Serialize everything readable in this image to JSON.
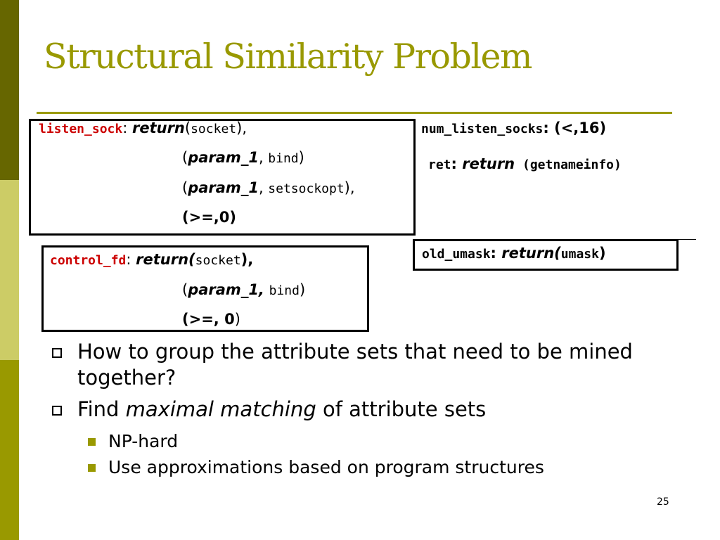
{
  "slide": {
    "title": "Structural Similarity Problem",
    "page_number": "25"
  },
  "box_listen": {
    "name": "listen_sock",
    "sep": ": ",
    "l1_kw": "return",
    "l1_open": "(",
    "l1_arg": "socket",
    "l1_close": "),",
    "l2_open": "(",
    "l2_kw": "param_1",
    "l2_comma": ", ",
    "l2_arg": "bind",
    "l2_close": ")",
    "l3_open": "(",
    "l3_kw": "param_1",
    "l3_comma": ", ",
    "l3_arg": "setsockopt",
    "l3_close": "),",
    "l4": "(>=,0)"
  },
  "box_control": {
    "name": "control_fd",
    "sep": ": ",
    "l1_kw": "return(",
    "l1_arg": "socket",
    "l1_close": "),",
    "l2_open": "(",
    "l2_kw": "param_1,",
    "l2_space": " ",
    "l2_arg": "bind",
    "l2_close": ")",
    "l3_bold": "(>=, 0",
    "l3_close": ")"
  },
  "num_listen": {
    "name": "num_listen_socks",
    "value": ": (<,16)"
  },
  "ret": {
    "name": "ret",
    "sep": ": ",
    "kw": "return",
    "arg": " (getnameinfo)"
  },
  "box_umask": {
    "name": "old_umask",
    "sep": ": ",
    "kw": "return(",
    "arg": "umask",
    "close": ")"
  },
  "bullets": {
    "b1": "How to group the attribute sets that need to be mined together?",
    "b2_pre": "Find ",
    "b2_em": "maximal matching",
    "b2_post": " of attribute sets",
    "sub1": "NP-hard",
    "sub2": "Use approximations based on program structures"
  },
  "colors": {
    "accent": "#999900",
    "keyword_red": "#cc0000"
  }
}
